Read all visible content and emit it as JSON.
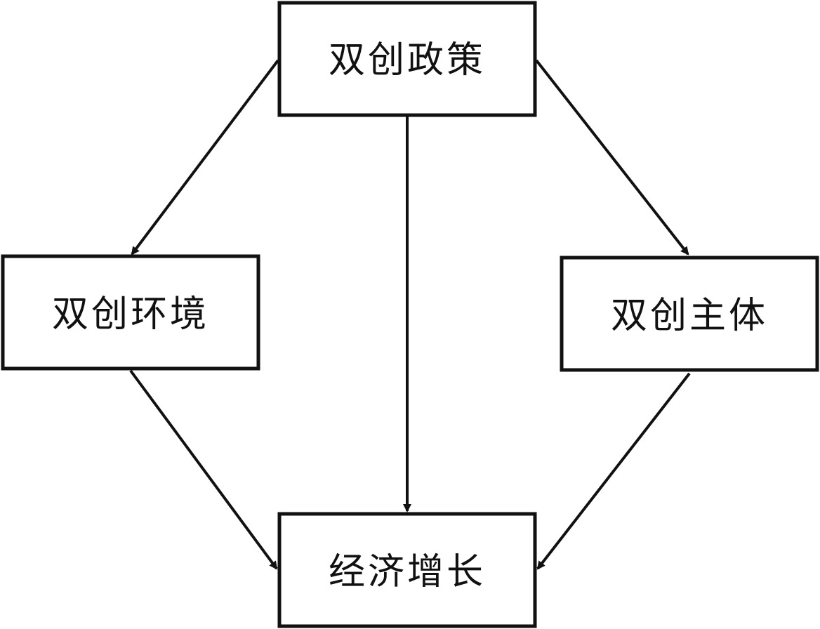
{
  "nodes": {
    "policy": {
      "label": "双创政策"
    },
    "environment": {
      "label": "双创环境"
    },
    "subject": {
      "label": "双创主体"
    },
    "growth": {
      "label": "经济增长"
    }
  },
  "edges": [
    {
      "from": "policy",
      "to": "environment"
    },
    {
      "from": "policy",
      "to": "subject"
    },
    {
      "from": "policy",
      "to": "growth"
    },
    {
      "from": "environment",
      "to": "growth"
    },
    {
      "from": "subject",
      "to": "growth"
    }
  ],
  "colors": {
    "stroke": "#111111",
    "background": "#ffffff"
  }
}
